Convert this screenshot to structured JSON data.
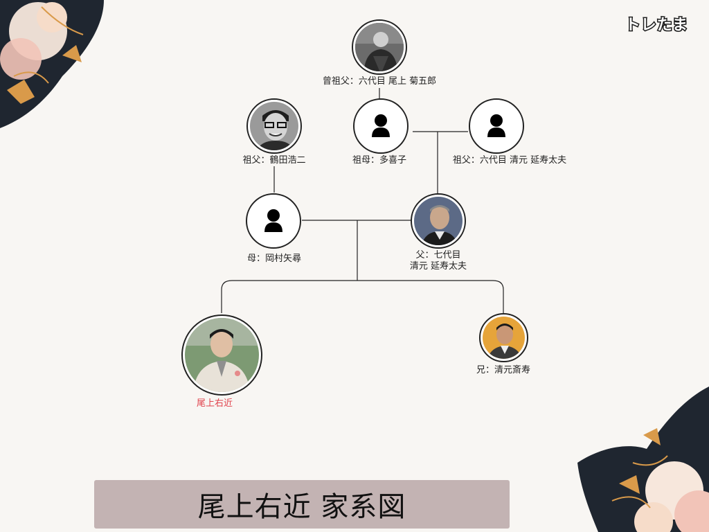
{
  "brand": {
    "logo_text": "トレたま"
  },
  "tree": {
    "great_grandfather": {
      "label": "曾祖父：六代目 尾上 菊五郎"
    },
    "grandfather_maternal": {
      "label": "祖父：鶴田浩二"
    },
    "grandmother": {
      "label": "祖母：多喜子"
    },
    "grandfather_paternal": {
      "label": "祖父：六代目 清元 延寿太夫"
    },
    "mother": {
      "label": "母：岡村矢尋"
    },
    "father": {
      "label_line1": "父：七代目",
      "label_line2": "清元 延寿太夫"
    },
    "subject": {
      "label": "尾上右近"
    },
    "brother": {
      "label": "兄：清元斎寿"
    }
  },
  "title": {
    "text": "尾上右近 家系図"
  },
  "colors": {
    "background": "#f8f6f3",
    "title_bar": "#c3b3b3",
    "subject_label": "#e0414b",
    "deco_dark": "#1f2630",
    "deco_gold": "#d99a4a",
    "deco_pink": "#f2c4b8"
  }
}
